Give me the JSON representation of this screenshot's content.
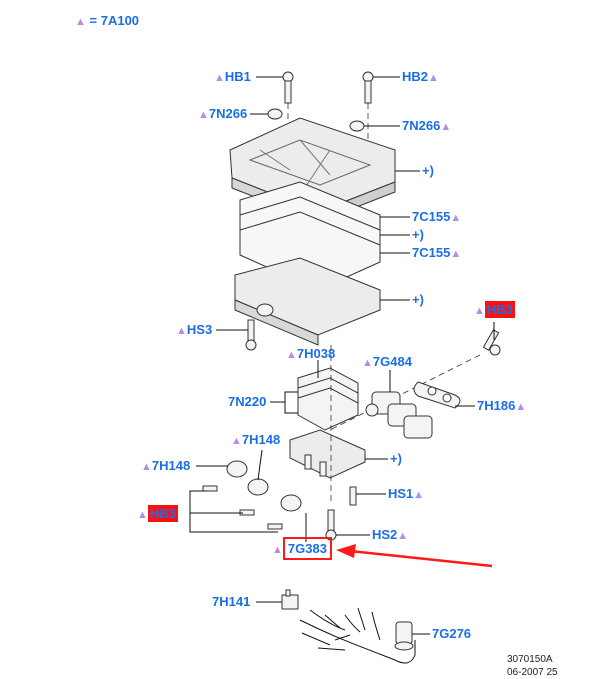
{
  "legend": {
    "marker": "▲",
    "text": "= 7A100"
  },
  "labels": {
    "hb1": "HB1",
    "hb2": "HB2",
    "n266_left": "7N266",
    "n266_right": "7N266",
    "plus1": "+)",
    "c155_top": "7C155",
    "plus2": "+)",
    "c155_bottom": "7C155",
    "plus3": "+)",
    "hs3": "HS3",
    "hb3_right": "HB3",
    "h038": "7H038",
    "g484": "7G484",
    "n220": "7N220",
    "h186": "7H186",
    "h148_top": "7H148",
    "h148_left": "7H148",
    "plus4": "+)",
    "hb3_left": "HB3",
    "hs1": "HS1",
    "hs2": "HS2",
    "g383": "7G383",
    "h141": "7H141",
    "g276": "7G276"
  },
  "marker": "▲",
  "highlight": {
    "target_label": "7G383",
    "color": "#ff1a1a"
  },
  "footer": {
    "code": "3070150A",
    "date": "06-2007 25"
  },
  "colors": {
    "label": "#1a6ee6",
    "marker": "#b98be8",
    "highlight": "#ff1010"
  }
}
